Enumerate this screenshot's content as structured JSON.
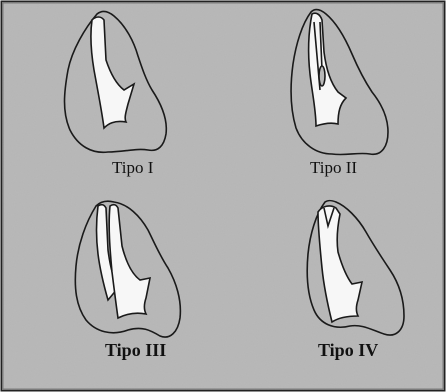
{
  "figure": {
    "labels": {
      "type1": "Tipo I",
      "type2": "Tipo II",
      "type3": "Tipo III",
      "type4": "Tipo IV"
    },
    "colors": {
      "background": "#b9b9b9",
      "canal": "#f7f7f7",
      "outline": "#1a1a1a"
    }
  }
}
